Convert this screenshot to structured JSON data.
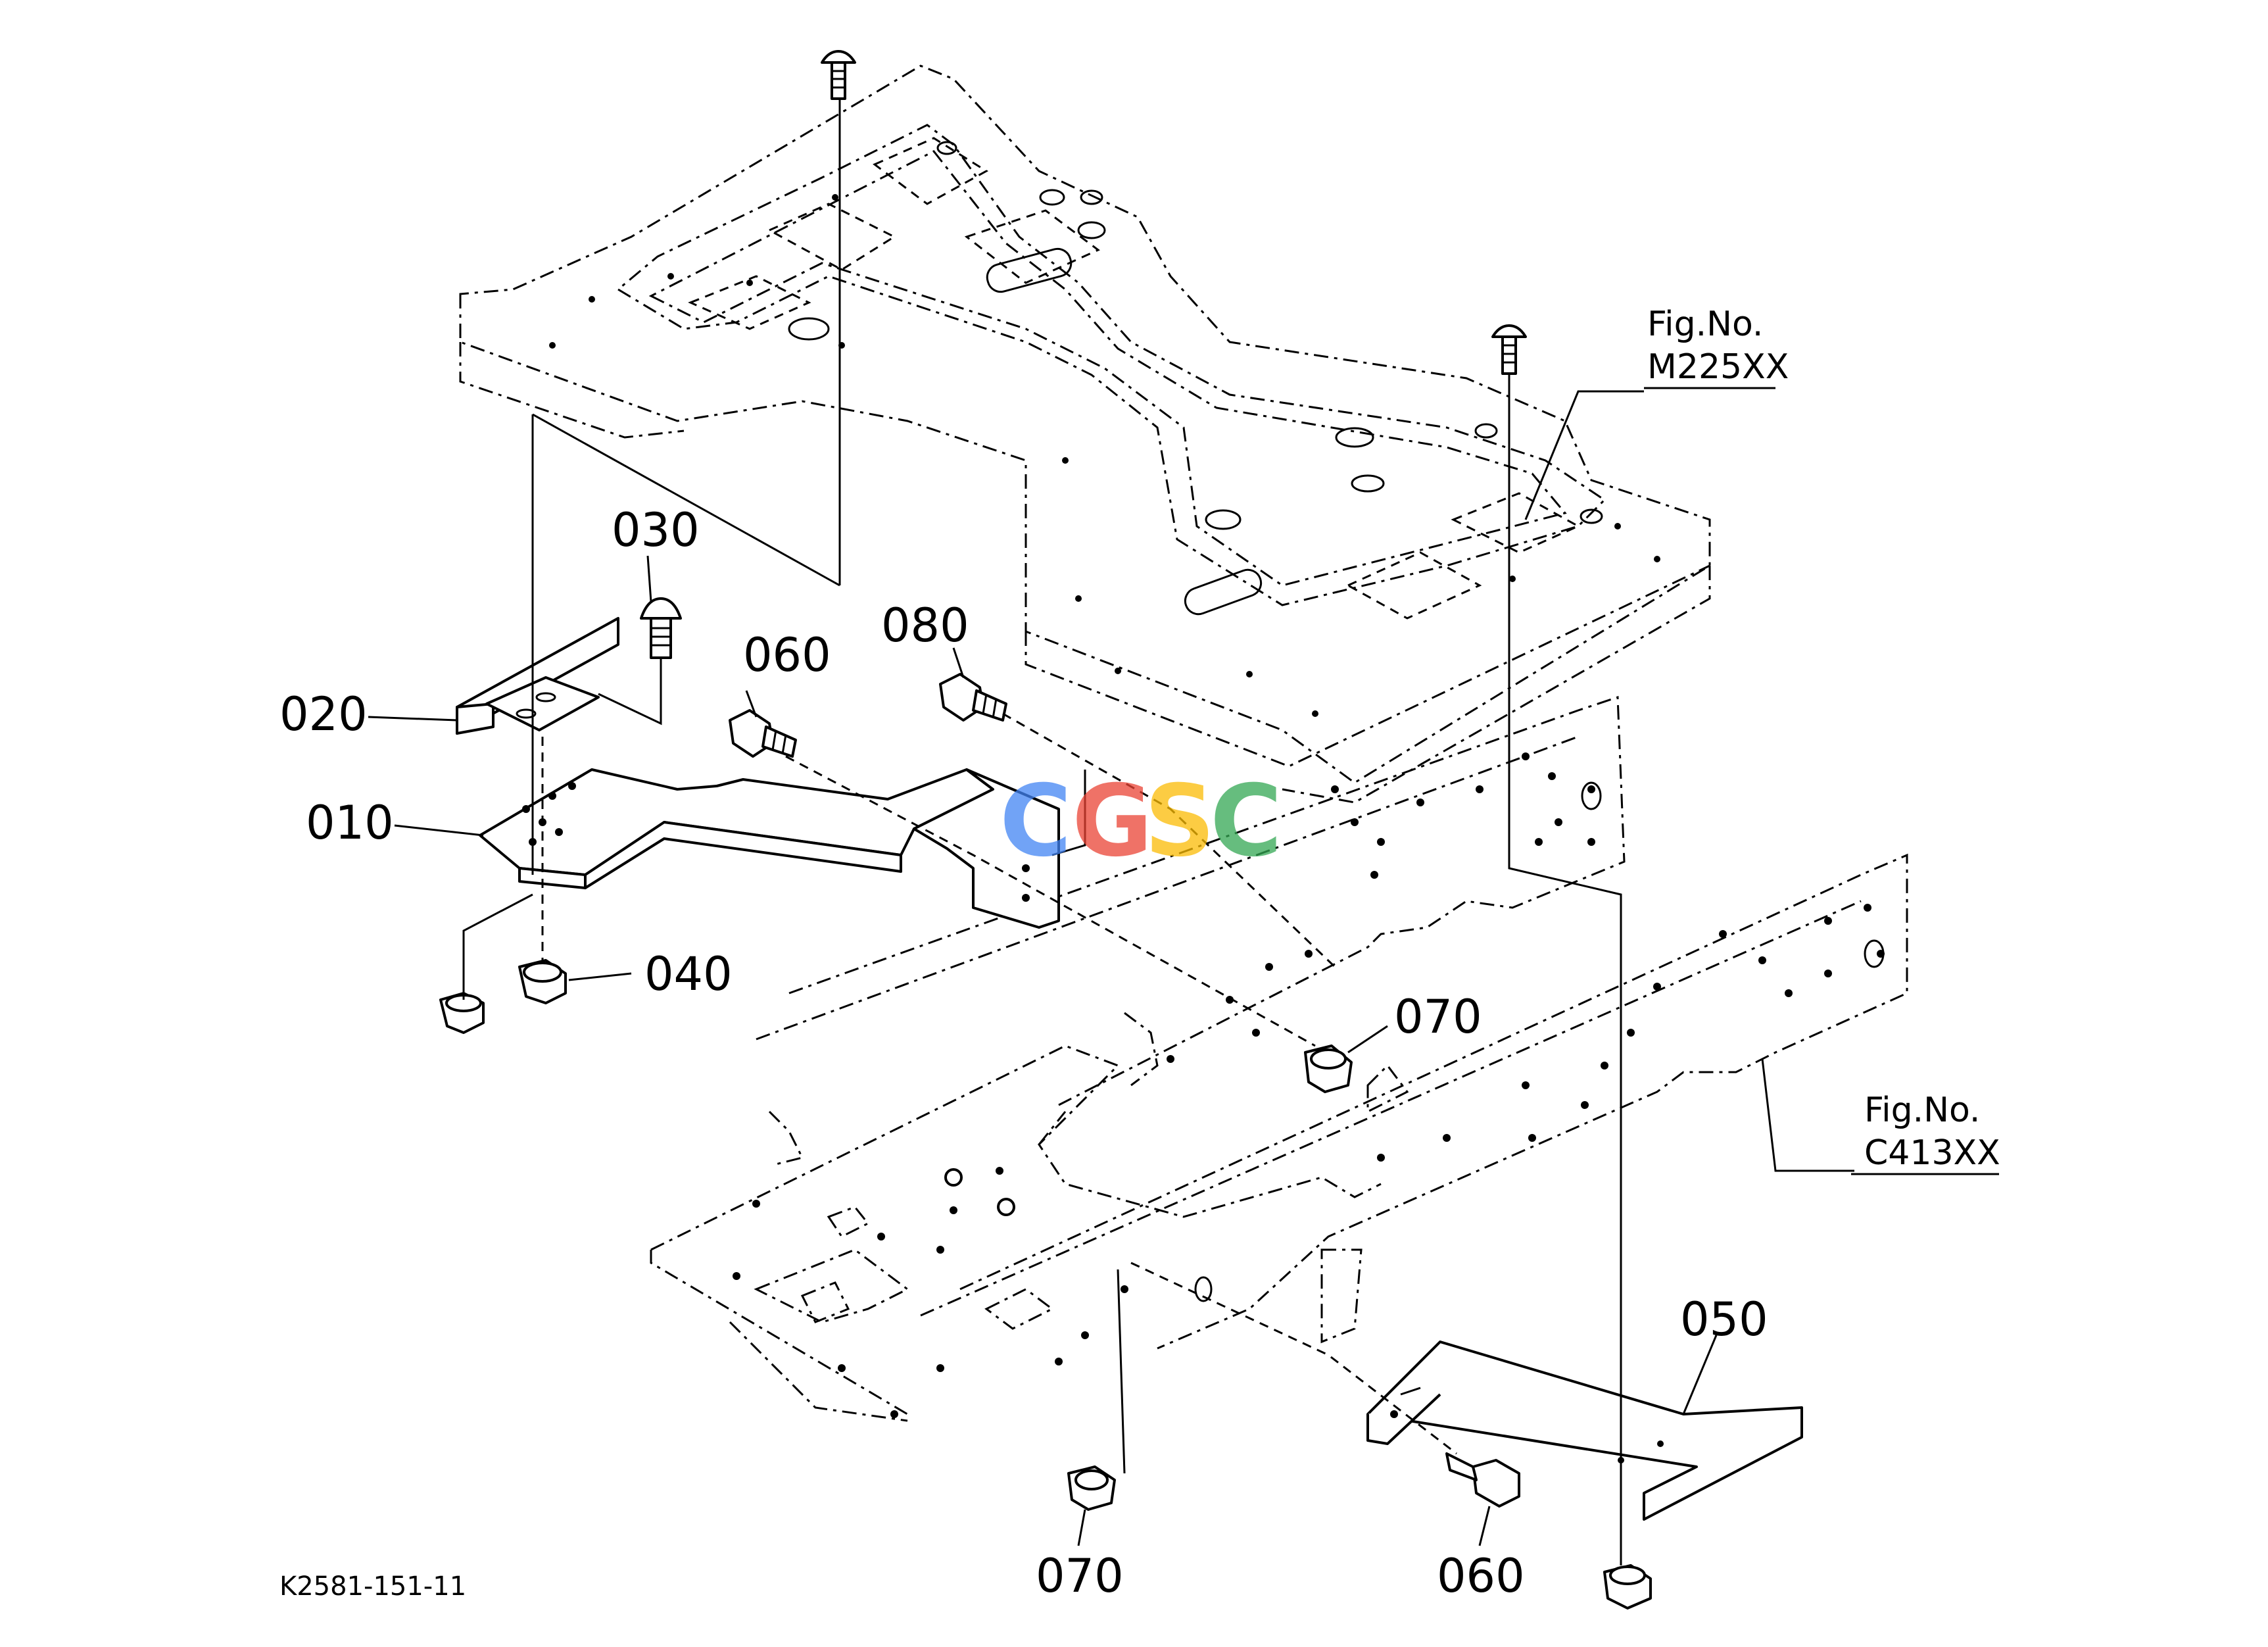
{
  "drawing": {
    "code": "K2581-151-11",
    "watermark": {
      "letters": [
        "C",
        "G",
        "S",
        "C"
      ],
      "colors": [
        "#4285F4",
        "#EA4335",
        "#FBBC05",
        "#34A853"
      ]
    }
  },
  "figure_refs": {
    "upper": {
      "line1": "Fig.No.",
      "line2": "M225XX"
    },
    "lower": {
      "line1": "Fig.No.",
      "line2": "C413XX"
    }
  },
  "callouts": {
    "p010": "010",
    "p020": "020",
    "p030": "030",
    "p040": "040",
    "p050": "050",
    "p060a": "060",
    "p060b": "060",
    "p070a": "070",
    "p070b": "070",
    "p080": "080"
  }
}
